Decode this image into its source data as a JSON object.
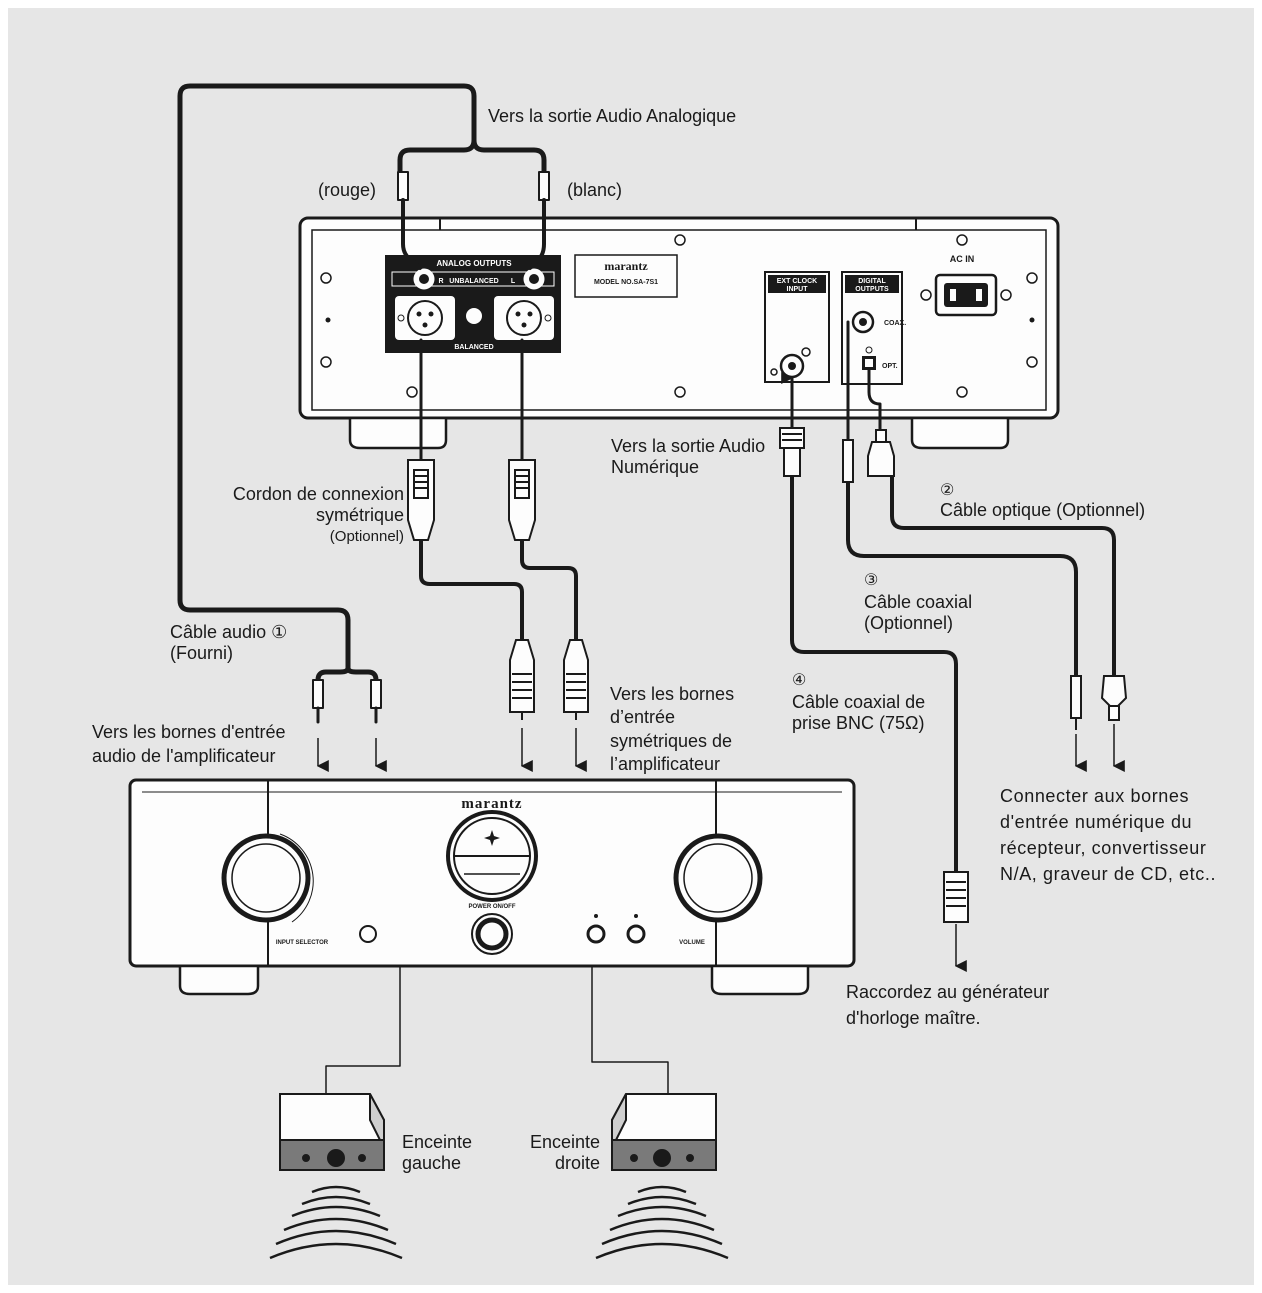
{
  "colors": {
    "background": "#e6e6e6",
    "line": "#1a1a1a",
    "panel": "#1a1a1a",
    "speaker_dark": "#7a7a7a"
  },
  "labels": {
    "analog_output": "Vers la sortie Audio Analogique",
    "rouge": "(rouge)",
    "blanc": "(blanc)",
    "digital_output_line1": "Vers la sortie Audio",
    "digital_output_line2": "Numérique",
    "optical_num": "②",
    "optical_cable": "Câble optique (Optionnel)",
    "balanced_cord_line1": "Cordon de connexion",
    "balanced_cord_line2": "symétrique",
    "balanced_cord_line3": "(Optionnel)",
    "coaxial_num": "③",
    "coaxial_line1": "Câble coaxial",
    "coaxial_line2": "(Optionnel)",
    "audio_cable_line1": "Câble audio ①",
    "audio_cable_line2": "(Fourni)",
    "bnc_num": "④",
    "bnc_line1": "Câble coaxial de",
    "bnc_line2": "prise BNC (75Ω)",
    "amp_input_line1": "Vers les bornes d'entrée",
    "amp_input_line2": "audio de l'amplificateur",
    "balanced_input_line1": "Vers les bornes",
    "balanced_input_line2": "d’entrée",
    "balanced_input_line3": "symétriques de",
    "balanced_input_line4": "l’amplificateur",
    "digital_connect_line1": "Connecter aux bornes",
    "digital_connect_line2": "d'entrée numérique du",
    "digital_connect_line3": "récepteur, convertisseur",
    "digital_connect_line4": "N/A, graveur de CD, etc..",
    "clock_line1": "Raccordez au générateur",
    "clock_line2": "d'horloge maître.",
    "speaker_left_line1": "Enceinte",
    "speaker_left_line2": "gauche",
    "speaker_right_line1": "Enceinte",
    "speaker_right_line2": "droite"
  },
  "player": {
    "brand": "marantz",
    "model": "MODEL NO.SA-7S1",
    "analog_outputs": "ANALOG OUTPUTS",
    "unbalanced": "UNBALANCED",
    "balanced": "BALANCED",
    "r": "R",
    "l": "L",
    "ext_clock_line1": "EXT CLOCK",
    "ext_clock_line2": "INPUT",
    "digital_outputs_line1": "DIGITAL",
    "digital_outputs_line2": "OUTPUTS",
    "coax": "COAX.",
    "opt": "OPT.",
    "ac_in": "AC IN"
  },
  "amplifier": {
    "brand": "marantz",
    "input_selector": "INPUT SELECTOR",
    "volume": "VOLUME",
    "power": "POWER ON/OFF"
  }
}
